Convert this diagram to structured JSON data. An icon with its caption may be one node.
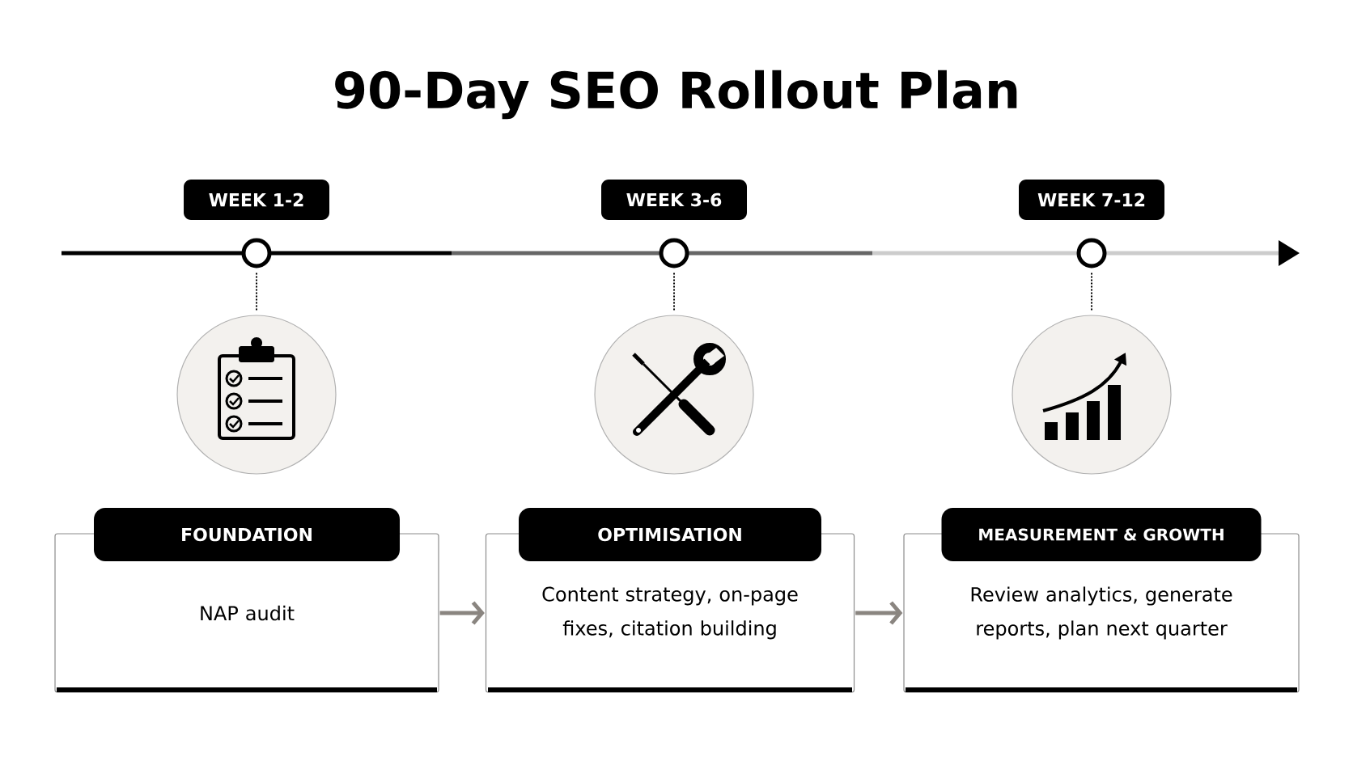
{
  "diagram": {
    "title": "90-Day SEO Rollout Plan",
    "nodes": [
      {
        "text": [
          "WEEK 1-2"
        ]
      },
      {
        "text": [
          "WEEK 3-6"
        ]
      },
      {
        "text": [
          "WEEK 7-12"
        ]
      },
      {
        "text": [],
        "shape": "circle"
      },
      {
        "text": [],
        "shape": "circle"
      },
      {
        "text": [],
        "shape": "circle"
      },
      {
        "text": [],
        "shape": "circle"
      },
      {
        "text": [],
        "shape": "circle"
      },
      {
        "text": [],
        "shape": "circle"
      },
      {
        "text": [
          "FOUNDATION",
          "NAP audit"
        ]
      },
      {
        "text": [
          "OPTIMISATION",
          "Content strategy, on-page fixes, citation building"
        ]
      },
      {
        "text": [
          "MEASUREMENT & GROWTH",
          "Review analytics, generate reports, plan next quarter"
        ]
      }
    ],
    "edges": [
      {
        "from": 3,
        "to": 6,
        "arrow": "none",
        "style": "dashed"
      },
      {
        "from": 4,
        "to": 7,
        "arrow": "none",
        "style": "dashed"
      },
      {
        "from": 5,
        "to": 8,
        "arrow": "none",
        "style": "dashed"
      },
      {
        "from": 9,
        "to": 10,
        "arrow": "to",
        "style": "thick",
        "color": "#8a8580"
      },
      {
        "from": 10,
        "to": 11,
        "arrow": "to",
        "style": "thick",
        "color": "#8a8580"
      }
    ]
  }
}
